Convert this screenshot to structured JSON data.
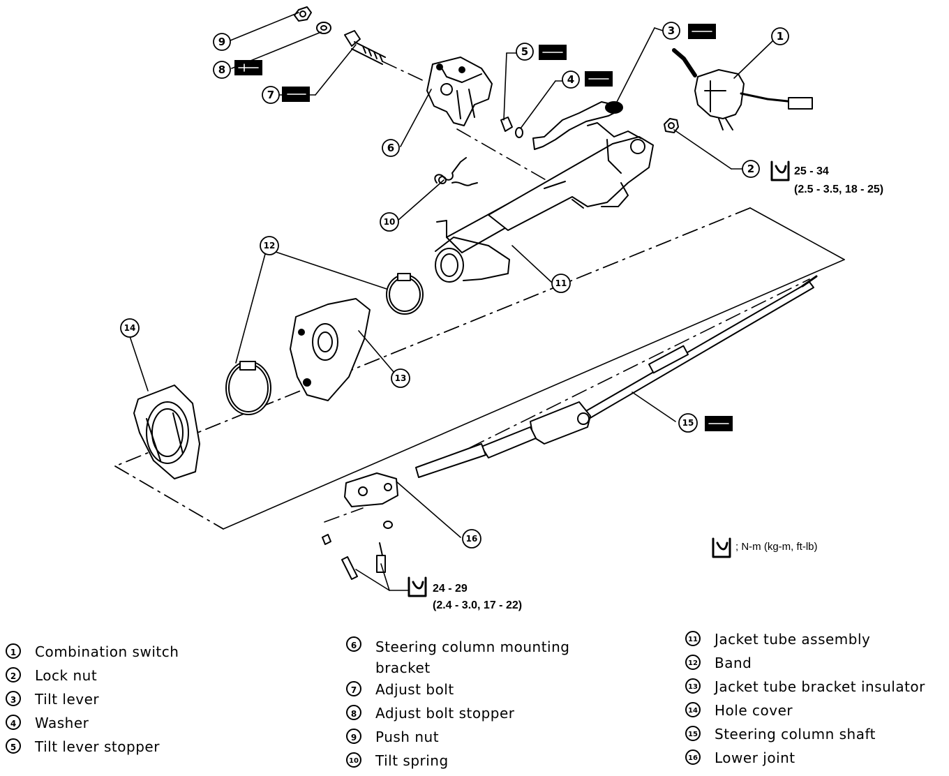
{
  "callouts": {
    "c1": "1",
    "c2": "2",
    "c3": "3",
    "c4": "4",
    "c5": "5",
    "c6": "6",
    "c7": "7",
    "c8": "8",
    "c9": "9",
    "c10": "10",
    "c11": "11",
    "c12": "12",
    "c13": "13",
    "c14": "14",
    "c15": "15",
    "c16": "16"
  },
  "torque_specs": {
    "lock_nut": {
      "range": "25 - 34",
      "detail": "(2.5 - 3.5, 18 - 25)"
    },
    "lower_joint": {
      "range": "24 - 29",
      "detail": "(2.4 - 3.0, 17 - 22)"
    },
    "units_note": "; N-m (kg-m, ft-lb)"
  },
  "legend": {
    "column1": [
      {
        "num": "1",
        "label": "Combination switch"
      },
      {
        "num": "2",
        "label": "Lock nut"
      },
      {
        "num": "3",
        "label": "Tilt lever"
      },
      {
        "num": "4",
        "label": "Washer"
      },
      {
        "num": "5",
        "label": "Tilt lever stopper"
      }
    ],
    "column2": [
      {
        "num": "6",
        "label": "Steering column mounting bracket"
      },
      {
        "num": "7",
        "label": "Adjust bolt"
      },
      {
        "num": "8",
        "label": "Adjust bolt stopper"
      },
      {
        "num": "9",
        "label": "Push nut"
      },
      {
        "num": "10",
        "label": "Tilt spring"
      }
    ],
    "column3": [
      {
        "num": "11",
        "label": "Jacket tube assembly"
      },
      {
        "num": "12",
        "label": "Band"
      },
      {
        "num": "13",
        "label": "Jacket tube bracket insulator"
      },
      {
        "num": "14",
        "label": "Hole cover"
      },
      {
        "num": "15",
        "label": "Steering column shaft"
      },
      {
        "num": "16",
        "label": "Lower joint"
      }
    ]
  },
  "colors": {
    "ink": "#000000",
    "paper": "#ffffff"
  }
}
